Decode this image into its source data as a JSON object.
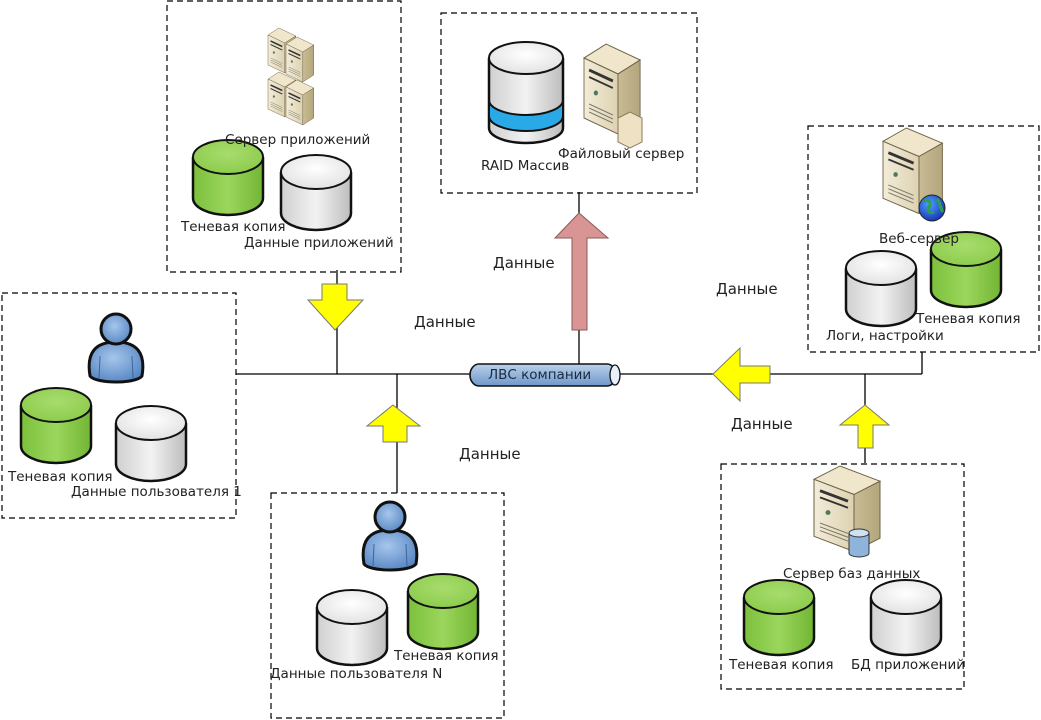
{
  "lan": {
    "label": "ЛВС компании"
  },
  "flow_label": "Данные",
  "colors": {
    "shadow_copy": "#8fd14f",
    "data_disk": "#e8e8e8",
    "arrow_yellow": "#ffff00",
    "arrow_red": "#d99594",
    "lan_blue": "#8fb4dc",
    "raid_band": "#29a9e6",
    "user_blue": "#6b9bd1"
  },
  "nodes": {
    "app_server": {
      "server_label": "Сервер приложений",
      "shadow_label": "Теневая копия",
      "data_label": "Данные приложений"
    },
    "file_storage": {
      "raid_label": "RAID Массив",
      "file_server_label": "Файловый сервер"
    },
    "web_server": {
      "server_label": "Веб-сервер",
      "logs_label": "Логи, настройки",
      "shadow_label": "Теневая копия"
    },
    "user_1": {
      "shadow_label": "Теневая копия",
      "data_label": "Данные пользователя 1"
    },
    "user_n": {
      "shadow_label": "Теневая копия",
      "data_label": "Данные пользователя N"
    },
    "db_server": {
      "server_label": "Сервер баз данных",
      "shadow_label": "Теневая копия",
      "data_label": "БД приложений"
    }
  },
  "flows": [
    {
      "id": "app-to-lan",
      "label": "Данные",
      "direction": "down"
    },
    {
      "id": "lan-to-storage",
      "label": "Данные",
      "direction": "up"
    },
    {
      "id": "web-to-lan",
      "label": "Данные",
      "direction": "left"
    },
    {
      "id": "usern-to-lan",
      "label": "Данные",
      "direction": "up"
    },
    {
      "id": "db-to-lan",
      "label": "Данные",
      "direction": "up"
    }
  ]
}
